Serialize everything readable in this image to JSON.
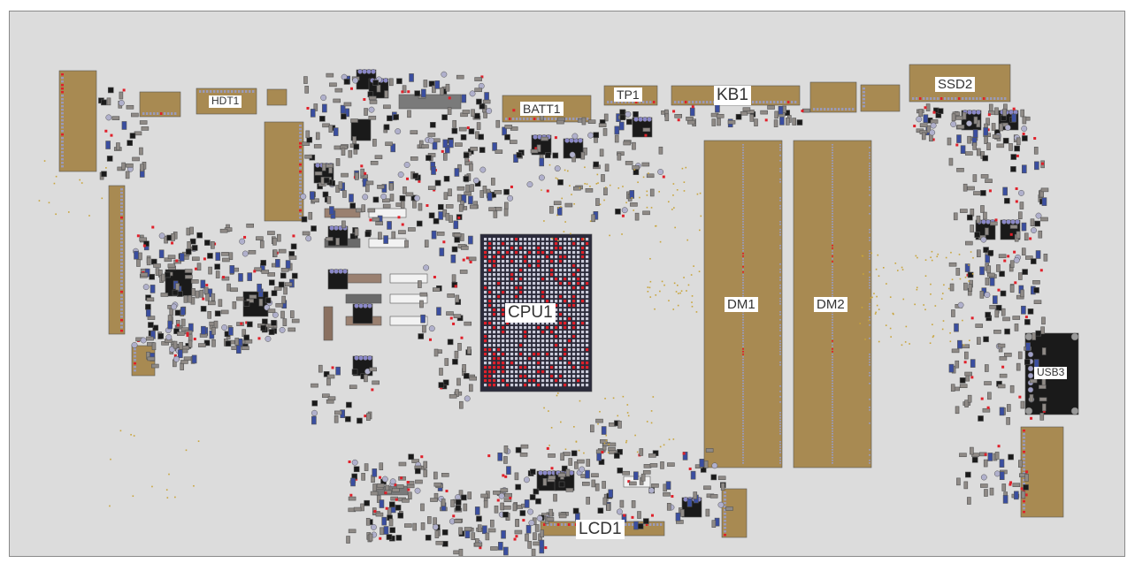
{
  "board": {
    "colors": {
      "background": "#dcdcdc",
      "connector_pad": "#a88a52",
      "pin_gray": "#9a9ab8",
      "pin_red": "#e0202a",
      "chip_black": "#1a1a1a",
      "cap_blue": "#3a4ea0",
      "resistor_gray": "#8f8a86",
      "bga_ball": "#c9c9d8"
    },
    "labels": {
      "hdt1": "HDT1",
      "batt1": "BATT1",
      "tp1": "TP1",
      "kb1": "KB1",
      "ssd2": "SSD2",
      "cpu1": "CPU1",
      "dm1": "DM1",
      "dm2": "DM2",
      "usb3": "USB3",
      "lcd1": "LCD1"
    }
  }
}
